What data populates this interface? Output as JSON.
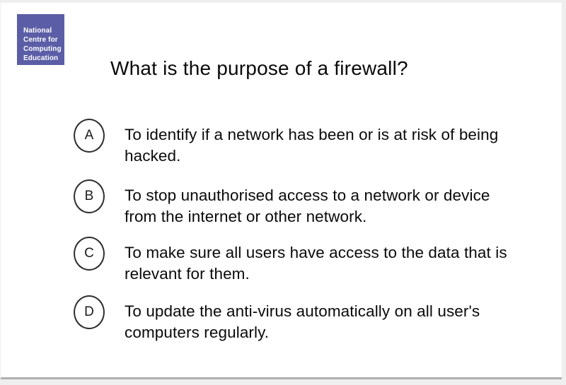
{
  "logo": {
    "lines": [
      "National",
      "Centre for",
      "Computing",
      "Education"
    ],
    "bg_color": "#5b5ea6"
  },
  "question": {
    "title": "What is the purpose of a firewall?"
  },
  "options": [
    {
      "letter": "A",
      "lines": [
        "To identify if a network has been or is at risk of being",
        "hacked."
      ]
    },
    {
      "letter": "B",
      "lines": [
        "To stop unauthorised access to a network or device",
        "from the internet or other network."
      ]
    },
    {
      "letter": "C",
      "lines": [
        "To make sure all users have access to the data that is",
        "relevant for them."
      ]
    },
    {
      "letter": "D",
      "lines": [
        "To update the anti-virus automatically on all user's",
        "computers regularly."
      ]
    }
  ]
}
